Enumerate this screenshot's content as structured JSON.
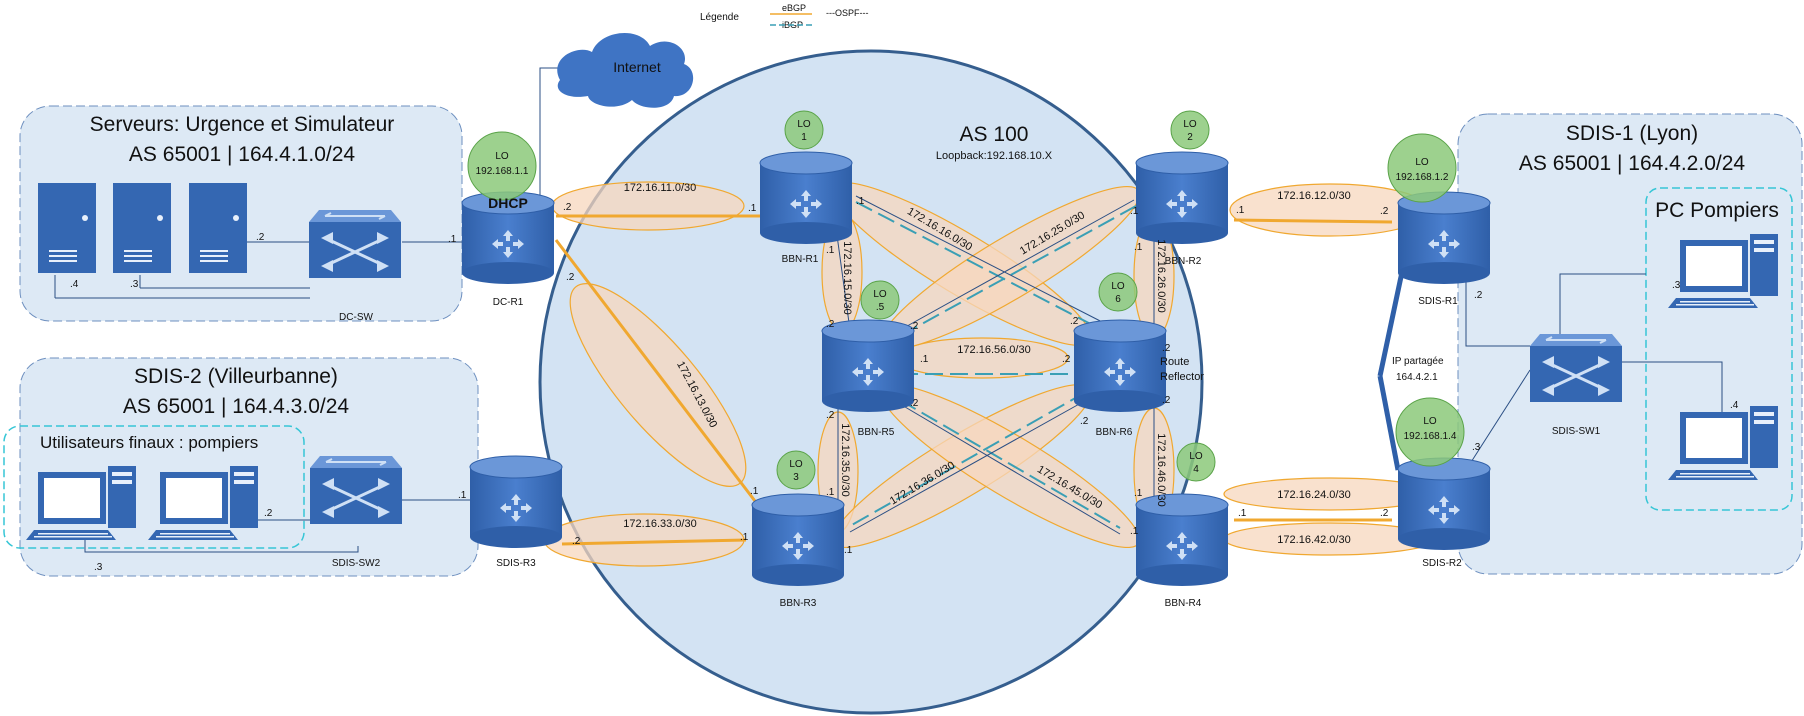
{
  "legend": {
    "title": "Légende",
    "ebgp": "eBGP",
    "ibgp": "iBGP",
    "ospf": "---OSPF---",
    "colors": {
      "ebgp": "#f0a830",
      "ibgp": "#3a9fb5",
      "ospf": "#555555"
    }
  },
  "internet": {
    "label": "Internet"
  },
  "zones": {
    "servers": {
      "title": "Serveurs: Urgence et Simulateur",
      "subtitle": "AS 65001 | 164.4.1.0/24"
    },
    "sdis2": {
      "title": "SDIS-2 (Villeurbanne)",
      "subtitle": "AS 65001 | 164.4.3.0/24",
      "group": "Utilisateurs finaux : pompiers"
    },
    "sdis1": {
      "title": "SDIS-1 (Lyon)",
      "subtitle": "AS 65001 | 164.4.2.0/24",
      "group": "PC Pompiers"
    },
    "as100": {
      "title": "AS 100",
      "subtitle": "Loopback:192.168.10.X"
    }
  },
  "devices": {
    "dc_r1": {
      "name": "DC-R1",
      "tag": "DHCP",
      "lo": "LO",
      "lo_ip": "192.168.1.1"
    },
    "dc_sw": {
      "name": "DC-SW"
    },
    "sdis_r3": {
      "name": "SDIS-R3"
    },
    "sdis_sw2": {
      "name": "SDIS-SW2"
    },
    "bbn_r1": {
      "name": "BBN-R1",
      "lo": "LO",
      "lo_n": "1"
    },
    "bbn_r2": {
      "name": "BBN-R2",
      "lo": "LO",
      "lo_n": "2"
    },
    "bbn_r3": {
      "name": "BBN-R3",
      "lo": "LO",
      "lo_n": "3"
    },
    "bbn_r4": {
      "name": "BBN-R4",
      "lo": "LO",
      "lo_n": "4"
    },
    "bbn_r5": {
      "name": "BBN-R5",
      "lo": "LO",
      "lo_n": ".5"
    },
    "bbn_r6": {
      "name": "BBN-R6",
      "lo": "LO",
      "lo_n": "6",
      "role": "Route Reflector"
    },
    "sdis_r1": {
      "name": "SDIS-R1",
      "lo": "LO",
      "lo_ip": "192.168.1.2"
    },
    "sdis_r2": {
      "name": "SDIS-R2",
      "lo": "LO",
      "lo_ip": "192.168.1.4"
    },
    "sdis_sw1": {
      "name": "SDIS-SW1"
    },
    "shared_ip": "IP partagée 164.4.2.1"
  },
  "subnets": {
    "n11": "172.16.11.0/30",
    "n12": "172.16.12.0/30",
    "n13": "172.16.13.0/30",
    "n33": "172.16.33.0/30",
    "n24": "172.16.24.0/30",
    "n42": "172.16.42.0/30",
    "n15": "172.16.15.0/30",
    "n16": "172.16.16.0/30",
    "n25": "172.16.25.0/30",
    "n26": "172.16.26.0/30",
    "n56": "172.16.56.0/30",
    "n35": "172.16.35.0/30",
    "n36": "172.16.36.0/30",
    "n45": "172.16.45.0/30",
    "n46": "172.16.46.0/30"
  },
  "iface": {
    "d1": ".1",
    "d2": ".2",
    "d3": ".3",
    "d4": ".4"
  }
}
